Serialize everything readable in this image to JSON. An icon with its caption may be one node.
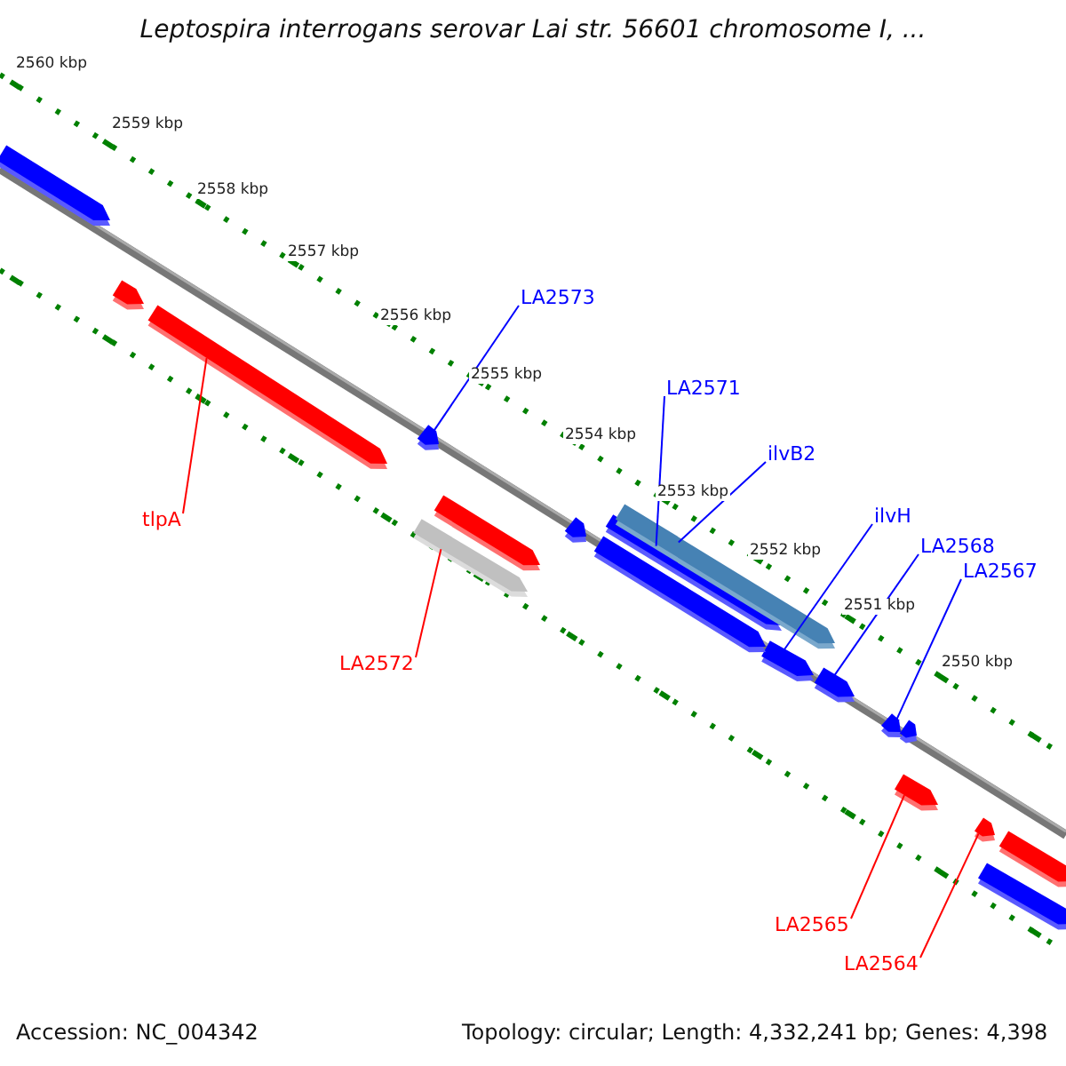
{
  "diagram": {
    "title": "Leptospira interrogans serovar Lai str. 56601 chromosome I, ...",
    "nodes": [
      {
        "text": [
          "LA2573"
        ]
      },
      {
        "text": [],
        "shape": "arrow"
      },
      {
        "text": [
          "LA2571"
        ]
      },
      {
        "text": [],
        "shape": "arrow"
      },
      {
        "text": [
          "ilvB2"
        ]
      },
      {
        "text": [],
        "shape": "arrow"
      },
      {
        "text": [
          "ilvH"
        ]
      },
      {
        "text": [],
        "shape": "arrow"
      },
      {
        "text": [
          "LA2568"
        ]
      },
      {
        "text": [],
        "shape": "arrow"
      },
      {
        "text": [
          "LA2567"
        ]
      },
      {
        "text": [],
        "shape": "arrow"
      },
      {
        "text": [
          "tlpA"
        ]
      },
      {
        "text": [],
        "shape": "arrow"
      },
      {
        "text": [
          "LA2572"
        ]
      },
      {
        "text": [],
        "shape": "arrow"
      },
      {
        "text": [
          "LA2565"
        ]
      },
      {
        "text": [],
        "shape": "arrow"
      },
      {
        "text": [
          "LA2564"
        ]
      },
      {
        "text": [],
        "shape": "arrow"
      },
      {
        "text": [],
        "shape": "arrow"
      },
      {
        "text": [],
        "shape": "arrow"
      },
      {
        "text": [],
        "shape": "arrow"
      },
      {
        "text": [],
        "shape": "arrow"
      },
      {
        "text": [],
        "shape": "arrow"
      },
      {
        "text": [],
        "shape": "arrow"
      },
      {
        "text": [],
        "shape": "arrow"
      },
      {
        "text": [],
        "shape": "arrow"
      }
    ],
    "edges": [
      {
        "from": 0,
        "to": 1,
        "arrow": "none"
      },
      {
        "from": 2,
        "to": 3,
        "arrow": "none"
      },
      {
        "from": 4,
        "to": 5,
        "arrow": "none"
      },
      {
        "from": 6,
        "to": 7,
        "arrow": "none"
      },
      {
        "from": 8,
        "to": 9,
        "arrow": "none"
      },
      {
        "from": 10,
        "to": 11,
        "arrow": "none"
      },
      {
        "from": 12,
        "to": 13,
        "arrow": "none",
        "color": "#ff0000"
      },
      {
        "from": 14,
        "to": 15,
        "arrow": "none",
        "color": "#ff0000"
      },
      {
        "from": 16,
        "to": 17,
        "arrow": "none",
        "color": "#ff0000"
      },
      {
        "from": 18,
        "to": 19,
        "arrow": "none",
        "color": "#ff0000"
      }
    ],
    "labels": [
      "2560 kbp",
      "2559 kbp",
      "2558 kbp",
      "2557 kbp",
      "2556 kbp",
      "2555 kbp",
      "2554 kbp",
      "2553 kbp",
      "2552 kbp",
      "2551 kbp",
      "2550 kbp",
      "Accession: NC_004342",
      "Topology: circular; Length: 4,332,241 bp; Genes: 4,398"
    ]
  }
}
